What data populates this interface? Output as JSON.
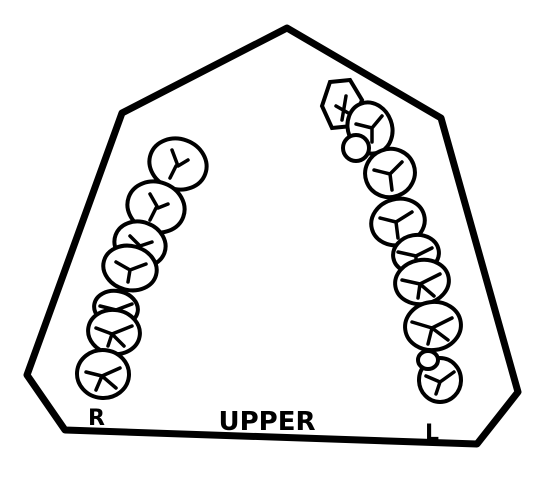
{
  "labels": {
    "title": "UPPER",
    "right": "R",
    "left": "L"
  },
  "colors": {
    "ink": "#000000",
    "paper": "#ffffff"
  }
}
